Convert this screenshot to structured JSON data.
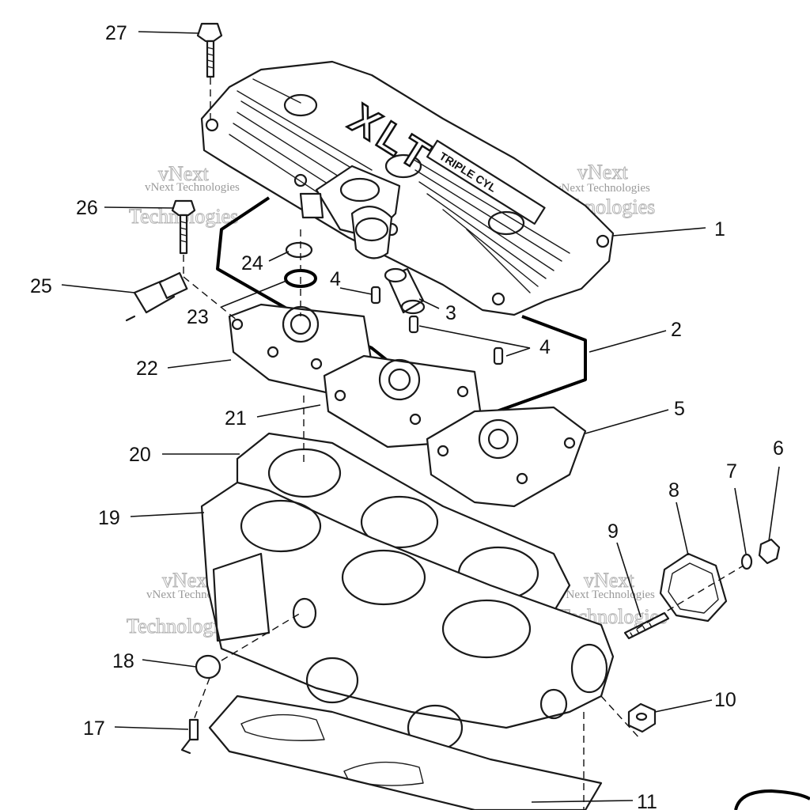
{
  "callouts": [
    {
      "id": "1",
      "label": "1"
    },
    {
      "id": "2",
      "label": "2"
    },
    {
      "id": "3",
      "label": "3"
    },
    {
      "id": "4a",
      "label": "4"
    },
    {
      "id": "4b",
      "label": "4"
    },
    {
      "id": "5",
      "label": "5"
    },
    {
      "id": "6",
      "label": "6"
    },
    {
      "id": "7",
      "label": "7"
    },
    {
      "id": "8",
      "label": "8"
    },
    {
      "id": "9",
      "label": "9"
    },
    {
      "id": "10",
      "label": "10"
    },
    {
      "id": "11",
      "label": "11"
    },
    {
      "id": "17",
      "label": "17"
    },
    {
      "id": "18",
      "label": "18"
    },
    {
      "id": "19",
      "label": "19"
    },
    {
      "id": "20",
      "label": "20"
    },
    {
      "id": "21",
      "label": "21"
    },
    {
      "id": "22",
      "label": "22"
    },
    {
      "id": "23",
      "label": "23"
    },
    {
      "id": "24",
      "label": "24"
    },
    {
      "id": "25",
      "label": "25"
    },
    {
      "id": "26",
      "label": "26"
    },
    {
      "id": "27",
      "label": "27"
    }
  ],
  "cover_lettering": "XLT",
  "cover_badge": "TRIPLE CYL",
  "watermark": {
    "line1": "vNext",
    "line2": "vNext Technologies",
    "line3": "Technologies"
  }
}
